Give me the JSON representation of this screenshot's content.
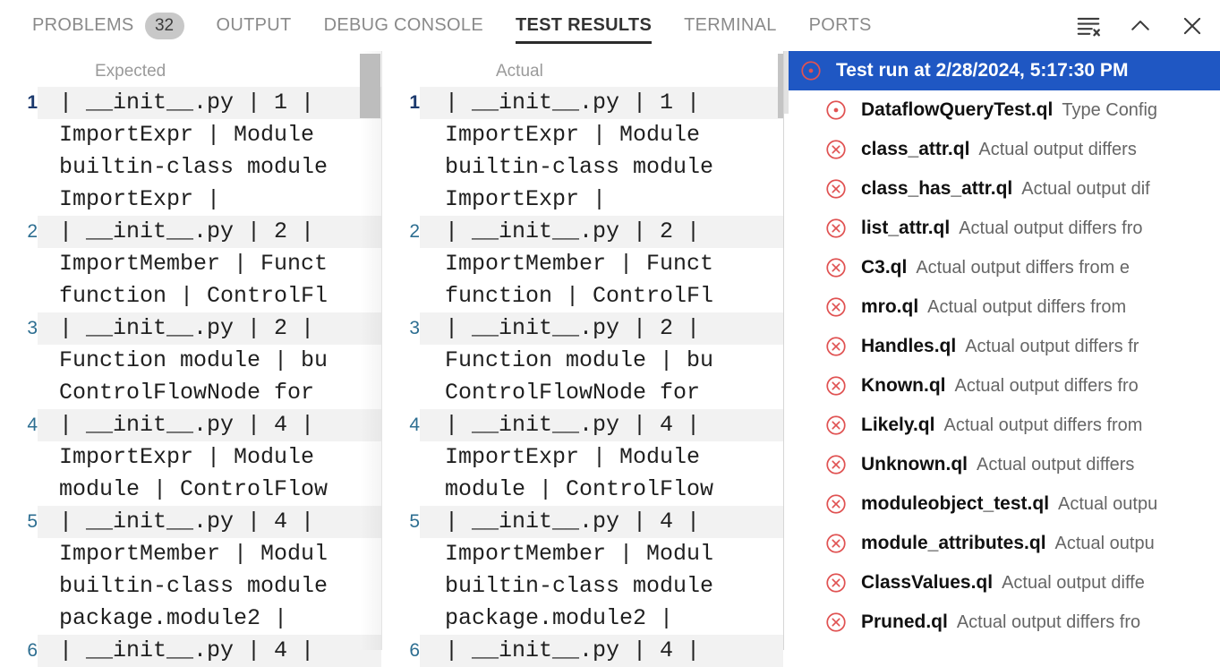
{
  "panel": {
    "tabs": [
      {
        "label": "PROBLEMS",
        "badge": "32",
        "active": false
      },
      {
        "label": "OUTPUT",
        "badge": null,
        "active": false
      },
      {
        "label": "DEBUG CONSOLE",
        "badge": null,
        "active": false
      },
      {
        "label": "TEST RESULTS",
        "badge": null,
        "active": true
      },
      {
        "label": "TERMINAL",
        "badge": null,
        "active": false
      },
      {
        "label": "PORTS",
        "badge": null,
        "active": false
      }
    ],
    "actions": [
      {
        "name": "clear-output-icon",
        "title": "Clear Output"
      },
      {
        "name": "chevron-up-icon",
        "title": "Hide Panel"
      },
      {
        "name": "close-icon",
        "title": "Close Panel"
      }
    ],
    "accent_color": "#2b2b2b",
    "badge_bg": "#c8c8c8",
    "selection_color": "#1f57c3",
    "fail_icon_color": "#e05252"
  },
  "diff": {
    "expected": {
      "title": "Expected",
      "lines": [
        {
          "num": "1",
          "current": true,
          "segments": [
            "| __init__.py | 1 |",
            "ImportExpr | Module",
            "builtin-class module",
            "ImportExpr |"
          ]
        },
        {
          "num": "2",
          "current": false,
          "segments": [
            "| __init__.py | 2 |",
            "ImportMember | Funct",
            "function | ControlFl"
          ]
        },
        {
          "num": "3",
          "current": false,
          "segments": [
            "| __init__.py | 2 |",
            "Function module | bu",
            "ControlFlowNode for"
          ]
        },
        {
          "num": "4",
          "current": false,
          "segments": [
            "| __init__.py | 4 |",
            "ImportExpr | Module",
            "module | ControlFlow"
          ]
        },
        {
          "num": "5",
          "current": false,
          "segments": [
            "| __init__.py | 4 |",
            "ImportMember | Modul",
            "builtin-class module",
            "package.module2 |"
          ]
        },
        {
          "num": "6",
          "current": false,
          "segments": [
            "| __init__.py | 4 |"
          ]
        }
      ]
    },
    "actual": {
      "title": "Actual",
      "lines": [
        {
          "num": "1",
          "current": true,
          "segments": [
            "| __init__.py | 1 |",
            "ImportExpr | Module",
            "builtin-class module",
            "ImportExpr |"
          ]
        },
        {
          "num": "2",
          "current": false,
          "segments": [
            "| __init__.py | 2 |",
            "ImportMember | Funct",
            "function | ControlFl"
          ]
        },
        {
          "num": "3",
          "current": false,
          "segments": [
            "| __init__.py | 2 |",
            "Function module | bu",
            "ControlFlowNode for"
          ]
        },
        {
          "num": "4",
          "current": false,
          "segments": [
            "| __init__.py | 4 |",
            "ImportExpr | Module",
            "module | ControlFlow"
          ]
        },
        {
          "num": "5",
          "current": false,
          "segments": [
            "| __init__.py | 4 |",
            "ImportMember | Modul",
            "builtin-class module",
            "package.module2 |"
          ]
        },
        {
          "num": "6",
          "current": false,
          "segments": [
            "| __init__.py | 4 |"
          ]
        }
      ]
    }
  },
  "test_results": {
    "rows": [
      {
        "icon": "test-errored-icon",
        "label": "Test run at 2/28/2024, 5:17:30 PM",
        "desc": "",
        "level": "root",
        "selected": true
      },
      {
        "icon": "test-errored-icon",
        "label": "DataflowQueryTest.ql",
        "desc": "Type Config",
        "level": "child",
        "selected": false
      },
      {
        "icon": "test-failed-icon",
        "label": "class_attr.ql",
        "desc": "Actual output differs",
        "level": "child",
        "selected": false
      },
      {
        "icon": "test-failed-icon",
        "label": "class_has_attr.ql",
        "desc": "Actual output dif",
        "level": "child",
        "selected": false
      },
      {
        "icon": "test-failed-icon",
        "label": "list_attr.ql",
        "desc": "Actual output differs fro",
        "level": "child",
        "selected": false
      },
      {
        "icon": "test-failed-icon",
        "label": "C3.ql",
        "desc": "Actual output differs from e",
        "level": "child",
        "selected": false
      },
      {
        "icon": "test-failed-icon",
        "label": "mro.ql",
        "desc": "Actual output differs from",
        "level": "child",
        "selected": false
      },
      {
        "icon": "test-failed-icon",
        "label": "Handles.ql",
        "desc": "Actual output differs fr",
        "level": "child",
        "selected": false
      },
      {
        "icon": "test-failed-icon",
        "label": "Known.ql",
        "desc": "Actual output differs fro",
        "level": "child",
        "selected": false
      },
      {
        "icon": "test-failed-icon",
        "label": "Likely.ql",
        "desc": "Actual output differs from",
        "level": "child",
        "selected": false
      },
      {
        "icon": "test-failed-icon",
        "label": "Unknown.ql",
        "desc": "Actual output differs",
        "level": "child",
        "selected": false
      },
      {
        "icon": "test-failed-icon",
        "label": "moduleobject_test.ql",
        "desc": "Actual outpu",
        "level": "child",
        "selected": false
      },
      {
        "icon": "test-failed-icon",
        "label": "module_attributes.ql",
        "desc": "Actual outpu",
        "level": "child",
        "selected": false
      },
      {
        "icon": "test-failed-icon",
        "label": "ClassValues.ql",
        "desc": "Actual output diffe",
        "level": "child",
        "selected": false
      },
      {
        "icon": "test-failed-icon",
        "label": "Pruned.ql",
        "desc": "Actual output differs fro",
        "level": "child",
        "selected": false
      }
    ]
  }
}
